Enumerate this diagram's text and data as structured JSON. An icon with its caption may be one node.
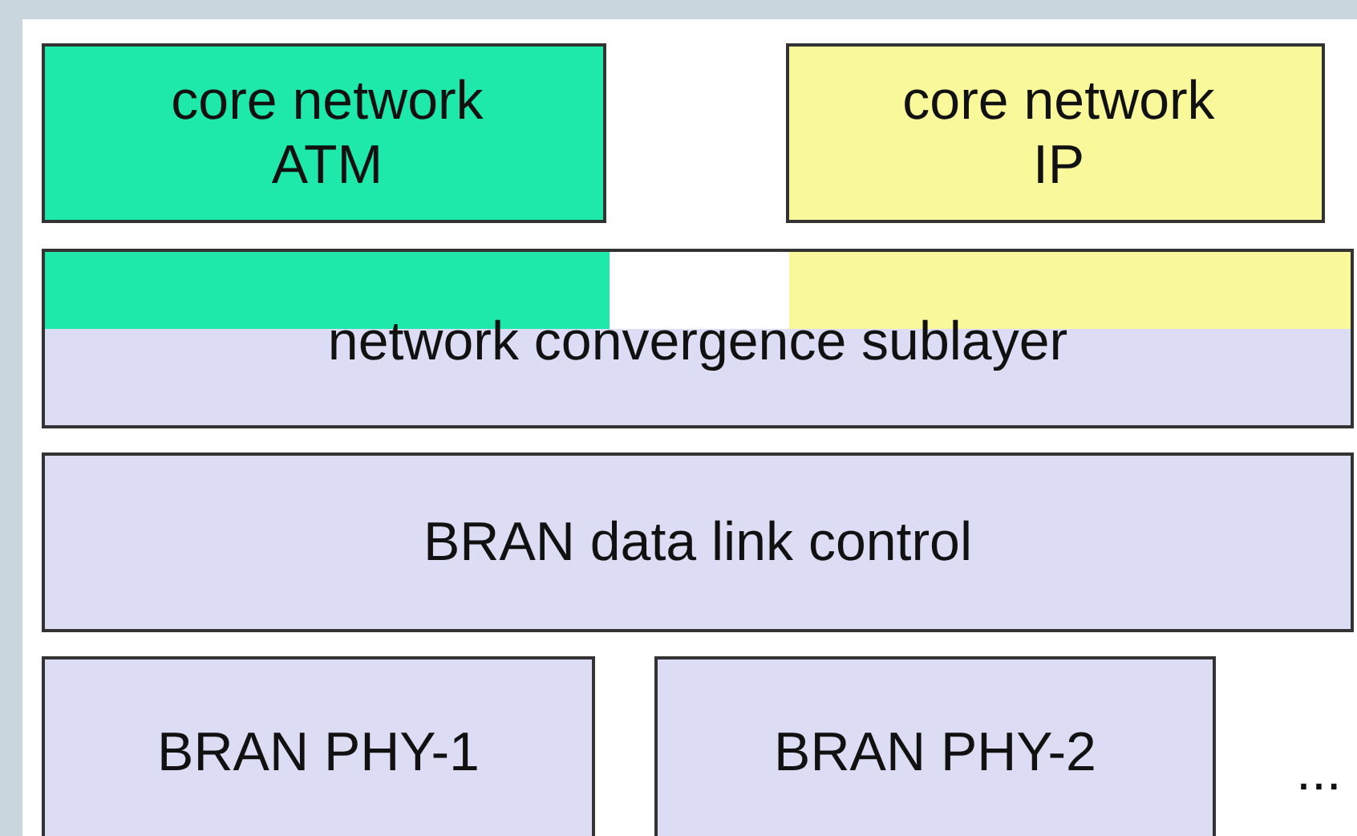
{
  "diagram": {
    "nodes": [
      {
        "text": [
          "core network ATM"
        ]
      },
      {
        "text": [
          "core network IP"
        ]
      },
      {
        "text": [
          "network convergence sublayer"
        ]
      },
      {
        "text": [
          "BRAN data link control"
        ]
      },
      {
        "text": [
          "BRAN PHY-1"
        ]
      },
      {
        "text": [
          "BRAN PHY-2"
        ]
      }
    ],
    "edges": [],
    "labels": [
      "..."
    ]
  }
}
